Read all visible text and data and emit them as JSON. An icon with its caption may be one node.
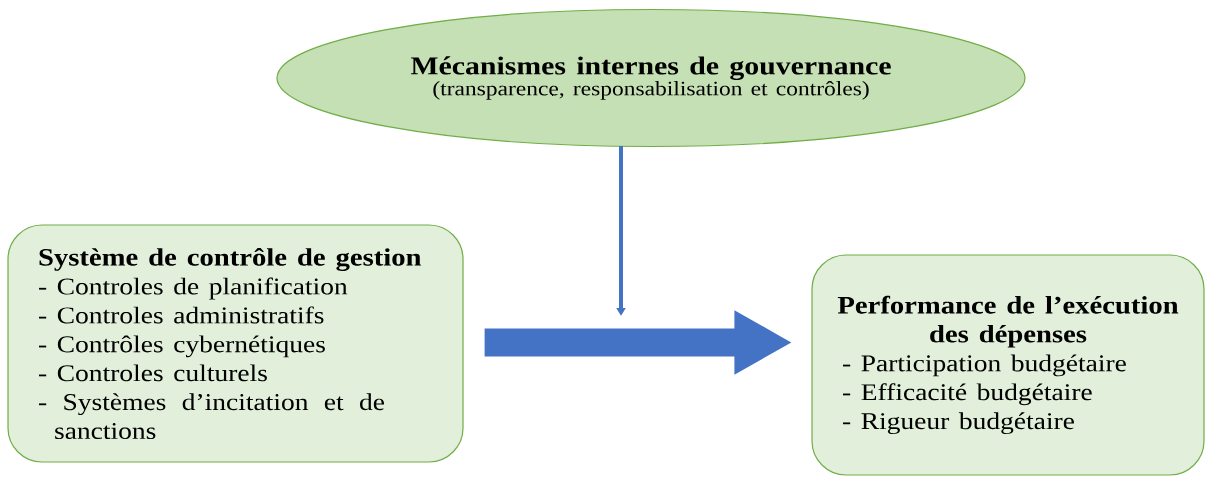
{
  "diagram": {
    "nodes": [
      {
        "text": [
          "Mécanismes internes de gouvernance",
          "(transparence, responsabilisation et contrôles)"
        ]
      },
      {
        "text": [
          "Système de contrôle de gestion",
          "- Controles de planification",
          "- Controles administratifs",
          "- Contrôles cybernétiques",
          "- Controles culturels",
          "- Systèmes d’incitation et de sanctions"
        ]
      },
      {
        "text": [
          "Performance de l’exécution des dépenses",
          "- Participation budgétaire",
          "- Efficacité budgétaire",
          "- Rigueur budgétaire"
        ]
      }
    ],
    "edges": [
      {
        "from": 1,
        "to": 2,
        "arrow": "to",
        "style": "thick"
      },
      {
        "from": 0,
        "to": null,
        "arrow": "to"
      }
    ]
  }
}
